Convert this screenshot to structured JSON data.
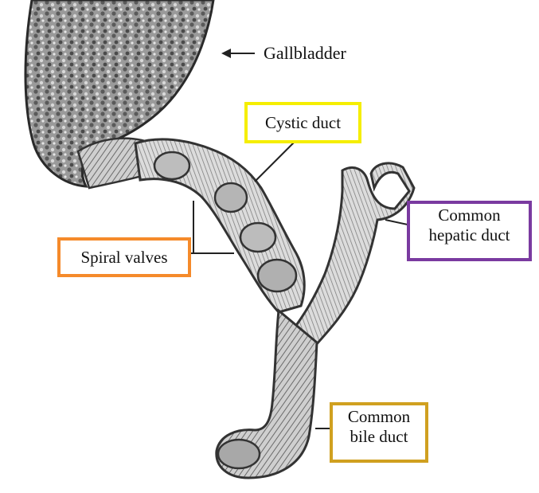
{
  "labels": {
    "gallbladder": "Gallbladder",
    "cystic_duct": "Cystic duct",
    "spiral_valves": "Spiral valves",
    "common_hepatic_duct": {
      "line1": "Common",
      "line2": "hepatic duct"
    },
    "common_bile_duct": {
      "line1": "Common",
      "line2": "bile duct"
    }
  },
  "colors": {
    "cystic_duct_box": "#f5ee00",
    "spiral_valves_box": "#f58a2a",
    "common_hepatic_duct_box": "#7a3aa0",
    "common_bile_duct_box": "#d0a020",
    "ink": "#222222",
    "gallbladder_fill": "#8a8a8a"
  }
}
